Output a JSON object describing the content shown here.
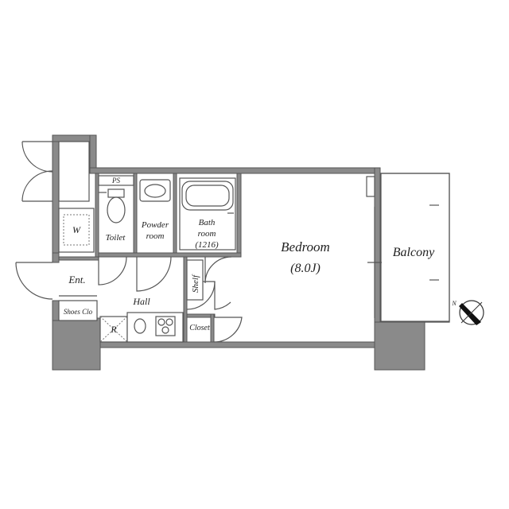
{
  "rooms": {
    "ps": "PS",
    "toilet": "Toilet",
    "powder_line1": "Powder",
    "powder_line2": "room",
    "bath_line1": "Bath",
    "bath_line2": "room",
    "bath_size": "(1216)",
    "bedroom": "Bedroom",
    "bedroom_size": "(8.0J)",
    "balcony": "Balcony",
    "washer": "W",
    "entrance": "Ent.",
    "shoes_closet": "Shoes Clo",
    "hall": "Hall",
    "refrigerator": "R",
    "shelf": "Shelf",
    "closet": "Closet"
  },
  "compass": {
    "north": "N"
  },
  "colors": {
    "wall": "#8a8a8a",
    "line": "#555555",
    "background": "#ffffff"
  }
}
